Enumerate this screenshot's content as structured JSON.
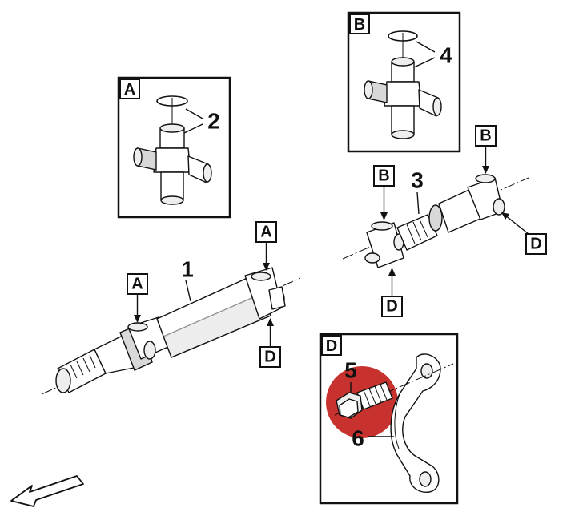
{
  "inset_labels": {
    "a": "A",
    "b": "B",
    "d": "D"
  },
  "view_markers": {
    "shaft1_left": "A",
    "shaft1_right_top": "A",
    "shaft1_right_bottom": "D",
    "shaft3_left_top": "B",
    "shaft3_left_bottom": "D",
    "shaft3_right_top": "B",
    "shaft3_right_bottom": "D"
  },
  "callouts": {
    "p1": "1",
    "p2": "2",
    "p3": "3",
    "p4": "4",
    "p5": "5",
    "p6": "6"
  },
  "colors": {
    "highlight": "#c8322e",
    "line": "#111111",
    "fill": "#ffffff",
    "shade": "#d8d8d8"
  },
  "icons": {
    "direction": "forward-arrow-icon"
  }
}
